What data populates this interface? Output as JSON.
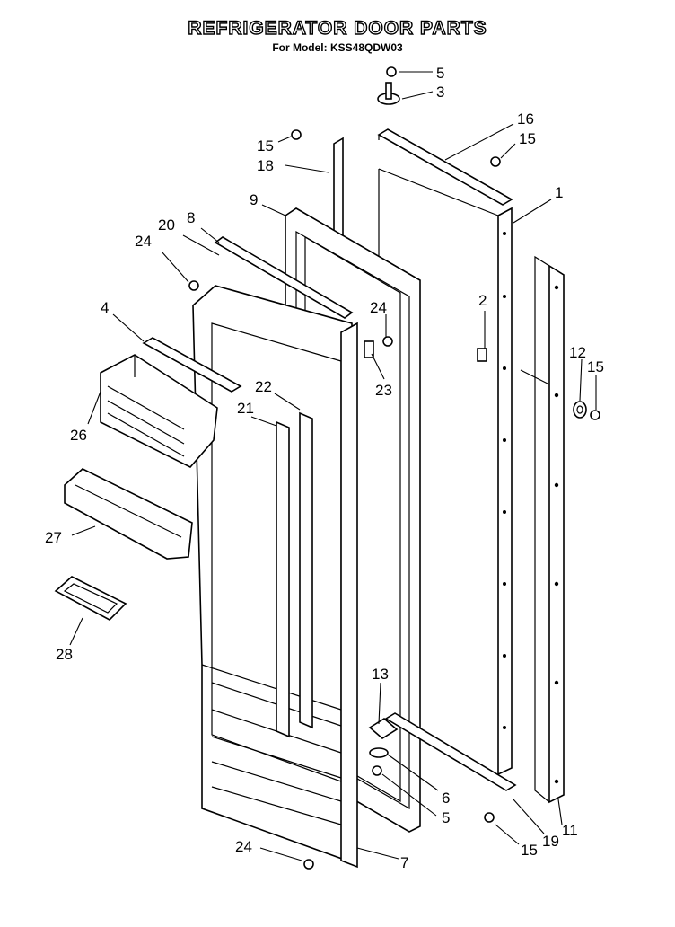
{
  "title": "REFRIGERATOR DOOR PARTS",
  "subtitle": "For Model: KSS48QDW03",
  "callouts": {
    "c5a": "5",
    "c3": "3",
    "c16": "16",
    "c15a": "15",
    "c15b": "15",
    "c18": "18",
    "c1": "1",
    "c9": "9",
    "c8": "8",
    "c20": "20",
    "c24a": "24",
    "c4": "4",
    "c2": "2",
    "c24b": "24",
    "c12": "12",
    "c15c": "15",
    "c22": "22",
    "c21": "21",
    "c23": "23",
    "c26": "26",
    "c27": "27",
    "c28": "28",
    "c13": "13",
    "c6": "6",
    "c5b": "5",
    "c19": "19",
    "c11": "11",
    "c15d": "15",
    "c24c": "24",
    "c7": "7"
  }
}
